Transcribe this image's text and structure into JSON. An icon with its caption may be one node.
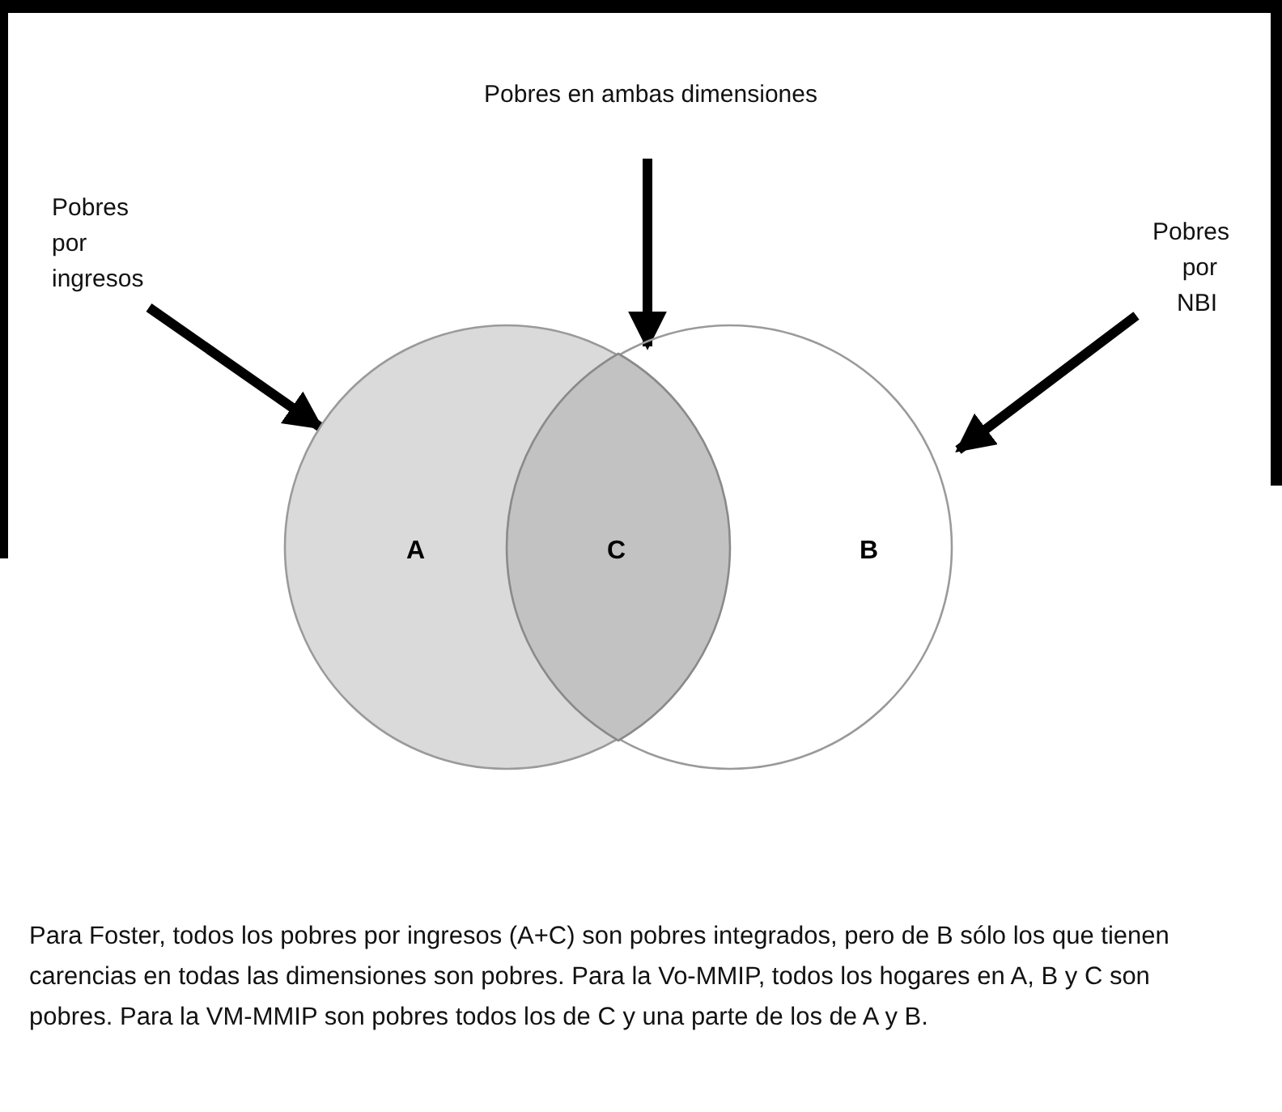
{
  "diagram": {
    "caption": "Para Foster, todos los pobres por ingresos (A+C) son pobres integrados, pero de B sólo los que tienen carencias en todas las dimensiones son pobres. Para la Vo-MMIP, todos los hogares en A, B y C son pobres. Para la VM-MMIP son pobres todos los de C y una parte de los de A y B.",
    "nodes": [
      {
        "text": [
          "Pobres en ambas dimensiones"
        ]
      },
      {
        "text": [
          "Pobres por ingresos"
        ]
      },
      {
        "text": [
          "Pobres por NBI"
        ]
      },
      {
        "text": [
          "A"
        ]
      },
      {
        "text": [
          "C"
        ]
      },
      {
        "text": [
          "B"
        ]
      }
    ],
    "edges": [
      {
        "from": 1,
        "to": 3,
        "arrow": "to"
      },
      {
        "from": 0,
        "to": 4,
        "arrow": "to"
      },
      {
        "from": 2,
        "to": 5,
        "arrow": "to"
      }
    ]
  }
}
